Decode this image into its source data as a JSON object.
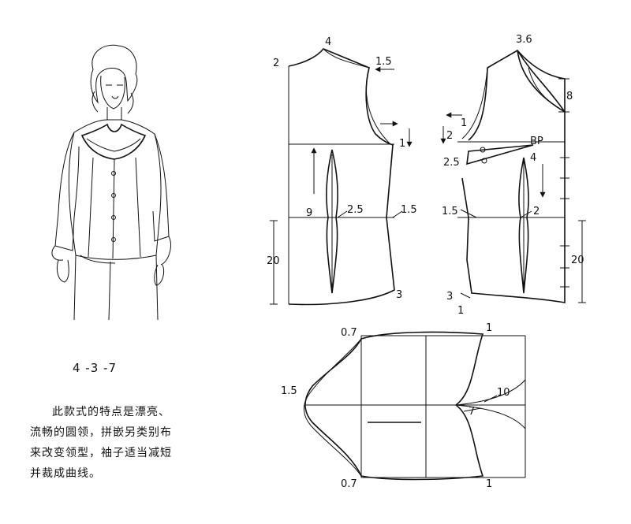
{
  "figure": {
    "caption": "4 -3 -7",
    "description_lines": [
      "此款式的特点是漂亮、",
      "流畅的圆领，拼嵌另类别布",
      "来改变领型，袖子适当减短",
      "并裁成曲线。"
    ]
  },
  "labels": {
    "back": {
      "neck_width": "4",
      "neck_depth": "2",
      "shoulder_drop": "1.5",
      "armhole_adjust": "1",
      "dart_length": "9",
      "dart_width": "2.5",
      "side_in": "1.5",
      "hip_length": "20",
      "hem_rise": "3"
    },
    "front": {
      "neck_width": "3.6",
      "neckline_depth": "8",
      "side_shift": "1",
      "armhole_drop": "2",
      "bust_point": "BP",
      "bp_distance": "4",
      "bust_dart": "2.5",
      "side_in": "1.5",
      "dart_width": "2",
      "hip_length": "20",
      "hem_rise": "3",
      "hem_extend": "1"
    },
    "sleeve": {
      "top_corner": "0.7",
      "top_shift": "1",
      "cap_ease": "1.5",
      "hem_curve_depth": "7",
      "sleeve_cut": "10",
      "bottom_corner": "0.7",
      "bottom_shift": "1"
    }
  }
}
